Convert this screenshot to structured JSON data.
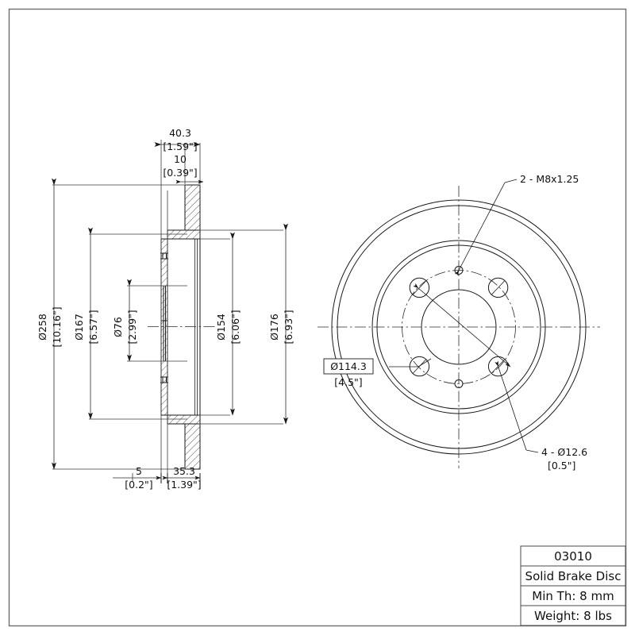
{
  "drawing": {
    "type": "engineering-part-drawing",
    "part_number": "03010",
    "description": "Solid Brake Disc",
    "views": {
      "left": "section-side-view",
      "right": "front-face-view"
    }
  },
  "dimensions": {
    "overall_width": {
      "metric": "40.3",
      "imperial": "[1.59\"]"
    },
    "rotor_thickness": {
      "metric": "10",
      "imperial": "[0.39\"]"
    },
    "outer_diameter": {
      "metric": "Ø258",
      "imperial": "[10.16\"]"
    },
    "hub_flange_diameter": {
      "metric": "Ø167",
      "imperial": "[6.57\"]"
    },
    "center_bore": {
      "metric": "Ø76",
      "imperial": "[2.99\"]"
    },
    "inner_face_diameter": {
      "metric": "Ø154",
      "imperial": "[6.06\"]"
    },
    "hat_diameter": {
      "metric": "Ø176",
      "imperial": "[6.93\"]"
    },
    "hat_offset": {
      "metric": "5",
      "imperial": "[0.2\"]"
    },
    "hat_depth": {
      "metric": "35.3",
      "imperial": "[1.39\"]"
    },
    "bolt_circle": {
      "metric": "Ø114.3",
      "imperial": "[4.5\"]"
    }
  },
  "callouts": {
    "threaded_holes": "2 - M8x1.25",
    "lug_holes": {
      "line1": "4 - Ø12.6",
      "line2": "[0.5\"]"
    }
  },
  "title_block": {
    "rows": [
      "03010",
      "Solid Brake Disc",
      "Min Th: 8 mm",
      "Weight: 8 lbs"
    ]
  },
  "colors": {
    "line": "#1a1a1a",
    "frame": "#6e6e6e",
    "background": "#ffffff"
  }
}
